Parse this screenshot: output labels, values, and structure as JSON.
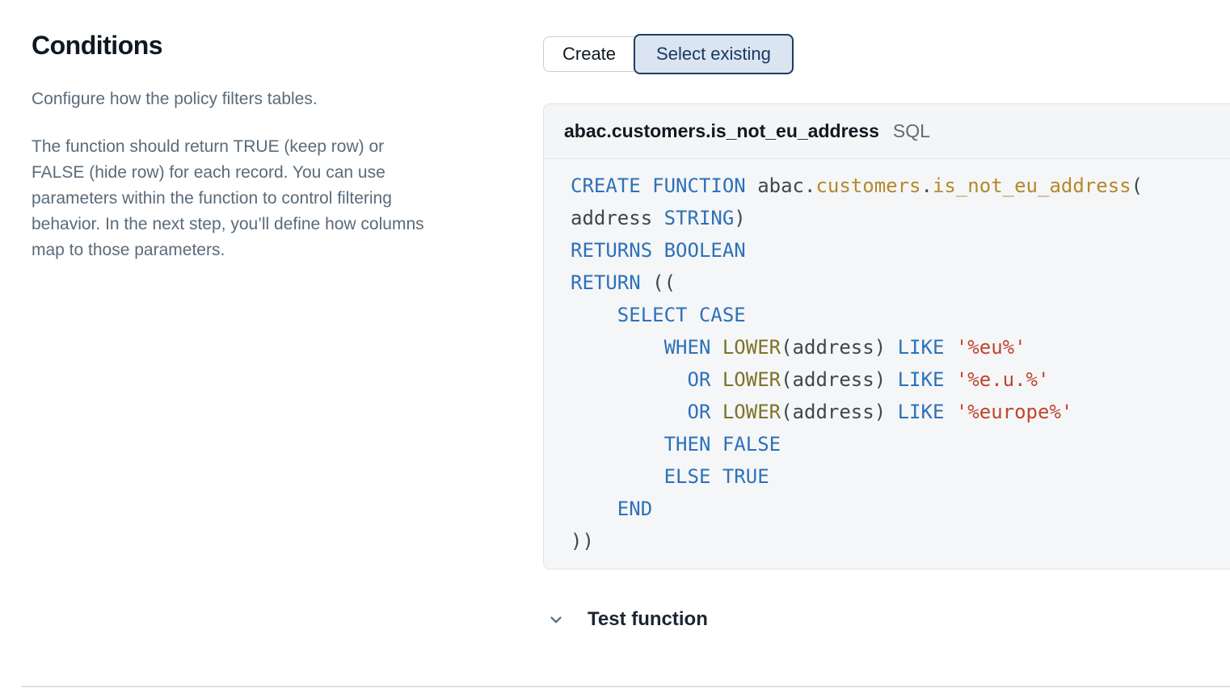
{
  "page": {
    "title": "Conditions",
    "description_intro": "Configure how the policy filters tables.",
    "description_lines": [
      "The function should return TRUE (keep row) or",
      "FALSE (hide row) for each record. You can use",
      "parameters within the function to control filtering",
      "behavior. In the next step, you’ll define how columns",
      "map to those parameters."
    ]
  },
  "mode_toggle": {
    "options": [
      {
        "label": "Create",
        "selected": false
      },
      {
        "label": "Select existing",
        "selected": true
      }
    ]
  },
  "function_card": {
    "name": "abac.customers.is_not_eu_address",
    "language": "SQL",
    "code_lines": [
      [
        [
          "kw",
          "CREATE"
        ],
        [
          "pl",
          " "
        ],
        [
          "kw",
          "FUNCTION"
        ],
        [
          "pl",
          " abac."
        ],
        [
          "id",
          "customers"
        ],
        [
          "pl",
          "."
        ],
        [
          "id",
          "is_not_eu_address"
        ],
        [
          "pl",
          "("
        ]
      ],
      [
        [
          "pl",
          "address "
        ],
        [
          "kw",
          "STRING"
        ],
        [
          "pl",
          ")"
        ]
      ],
      [
        [
          "kw",
          "RETURNS"
        ],
        [
          "pl",
          " "
        ],
        [
          "kw",
          "BOOLEAN"
        ]
      ],
      [
        [
          "kw",
          "RETURN"
        ],
        [
          "pl",
          " (("
        ]
      ],
      [
        [
          "pl",
          "    "
        ],
        [
          "kw",
          "SELECT"
        ],
        [
          "pl",
          " "
        ],
        [
          "kw",
          "CASE"
        ]
      ],
      [
        [
          "pl",
          "        "
        ],
        [
          "kw",
          "WHEN"
        ],
        [
          "pl",
          " "
        ],
        [
          "fn",
          "LOWER"
        ],
        [
          "pl",
          "(address) "
        ],
        [
          "kw",
          "LIKE"
        ],
        [
          "pl",
          " "
        ],
        [
          "str",
          "'%eu%'"
        ]
      ],
      [
        [
          "pl",
          "          "
        ],
        [
          "kw",
          "OR"
        ],
        [
          "pl",
          " "
        ],
        [
          "fn",
          "LOWER"
        ],
        [
          "pl",
          "(address) "
        ],
        [
          "kw",
          "LIKE"
        ],
        [
          "pl",
          " "
        ],
        [
          "str",
          "'%e.u.%'"
        ]
      ],
      [
        [
          "pl",
          "          "
        ],
        [
          "kw",
          "OR"
        ],
        [
          "pl",
          " "
        ],
        [
          "fn",
          "LOWER"
        ],
        [
          "pl",
          "(address) "
        ],
        [
          "kw",
          "LIKE"
        ],
        [
          "pl",
          " "
        ],
        [
          "str",
          "'%europe%'"
        ]
      ],
      [
        [
          "pl",
          "        "
        ],
        [
          "kw",
          "THEN"
        ],
        [
          "pl",
          " "
        ],
        [
          "kw",
          "FALSE"
        ]
      ],
      [
        [
          "pl",
          "        "
        ],
        [
          "kw",
          "ELSE"
        ],
        [
          "pl",
          " "
        ],
        [
          "kw",
          "TRUE"
        ]
      ],
      [
        [
          "pl",
          "    "
        ],
        [
          "kw",
          "END"
        ]
      ],
      [
        [
          "pl",
          "))"
        ]
      ]
    ]
  },
  "test_function": {
    "label": "Test function",
    "icon": "chevron-down-icon"
  },
  "colors": {
    "accent_selected_bg": "#dbe4f1",
    "accent_selected_border": "#1d3c60",
    "code_keyword": "#2d71b8",
    "code_identifier": "#b3892b",
    "code_function": "#7d7327",
    "code_string": "#c1442e",
    "code_plain": "#3f464d",
    "card_bg": "#f5f6f8",
    "muted_text": "#5a6b7a"
  }
}
